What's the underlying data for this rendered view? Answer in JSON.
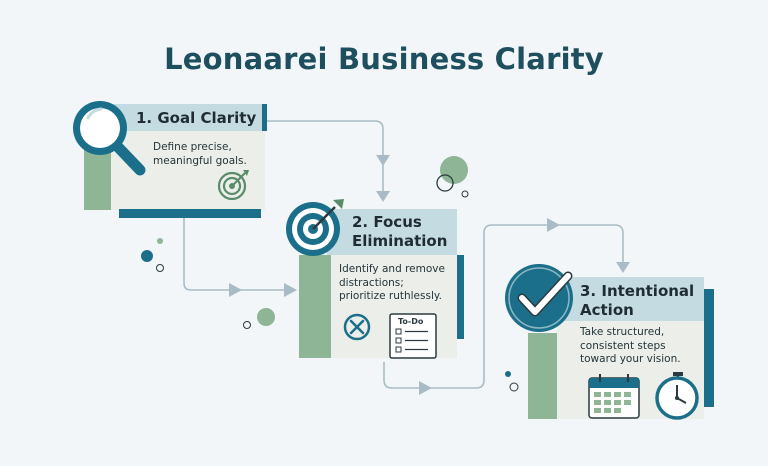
{
  "title": "Leonaarei Business Clarity",
  "steps": [
    {
      "title_lines": [
        "1. Goal Clarity"
      ],
      "desc_lines": [
        "Define precise,",
        "meaningful goals."
      ],
      "icon": "magnifying-glass-icon",
      "detail_icon": "target-icon"
    },
    {
      "title_lines": [
        "2. Focus",
        "Elimination"
      ],
      "desc_lines": [
        "Identify and remove",
        "distractions;",
        "prioritize ruthlessly."
      ],
      "icon": "target-icon",
      "detail_icons": [
        "close-icon",
        "todo-list-icon"
      ],
      "todo_label": "To-Do"
    },
    {
      "title_lines": [
        "3. Intentional",
        "Action"
      ],
      "desc_lines": [
        "Take structured,",
        "consistent steps",
        "toward your vision."
      ],
      "icon": "checkmark-icon",
      "detail_icons": [
        "calendar-icon",
        "stopwatch-icon"
      ]
    }
  ],
  "colors": {
    "teal": "#1b6f8a",
    "header_bg": "#c5dbe2",
    "green": "#8eb595",
    "card": "#ecefe9",
    "title": "#1d4f5e",
    "connector": "#a9bcc5"
  }
}
